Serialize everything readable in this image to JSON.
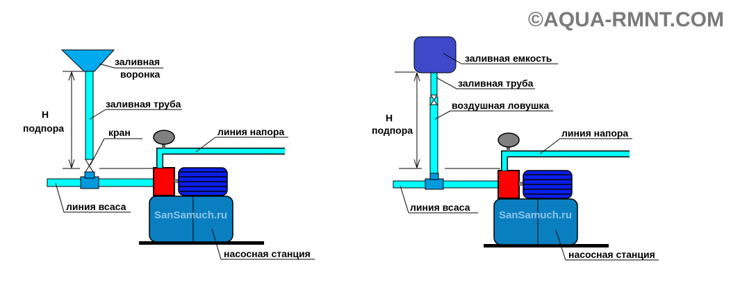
{
  "watermark": "©AQUA-RMNT.COM",
  "colors": {
    "pipe": "#00ffff",
    "tee": "#0099dd",
    "funnel": "#00aaee",
    "tank_top": "#3e48c8",
    "pump_head": "#ff0000",
    "motor": "#0a1ee8",
    "station": "#0a7fc0",
    "gauge": "#808080"
  },
  "left_diagram": {
    "labels": {
      "funnel_l1": "заливная",
      "funnel_l2": "воронка",
      "fill_pipe": "заливная труба",
      "valve": "кран",
      "head_h": "H",
      "head_word": "подпора",
      "discharge": "линия напора",
      "suction": "линия всаса",
      "station": "насосная станция",
      "brand_on_tank": "SanSamuch.ru"
    }
  },
  "right_diagram": {
    "labels": {
      "tank": "заливная емкость",
      "fill_pipe": "заливная труба",
      "air_trap": "воздушная ловушка",
      "head_h": "H",
      "head_word": "подпора",
      "discharge": "линия напора",
      "suction": "линия всаса",
      "station": "насосная станция",
      "brand_on_tank": "SanSamuch.ru"
    }
  }
}
